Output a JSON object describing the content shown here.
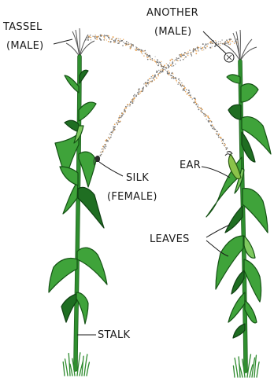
{
  "labels": {
    "tassel_line1": "TASSEL",
    "tassel_line2": "(MALE)",
    "another_line1": "ANOTHER",
    "another_line2": "(MALE)",
    "silk_line1": "SILK",
    "silk_line2": "(FEMALE)",
    "ear": "EAR",
    "leaves": "LEAVES",
    "stalk": "STALK"
  },
  "colors": {
    "leaf": "#3fa33a",
    "leaf_dark": "#1f6e22",
    "stalk": "#2f8f2f",
    "pollen": "#e9a04d",
    "outline": "#1a1a1a"
  },
  "icons": {
    "tassel": "tassel-icon",
    "ear": "ear-icon",
    "pollen": "pollen-stream-icon",
    "grass": "grass-tuft-icon"
  }
}
